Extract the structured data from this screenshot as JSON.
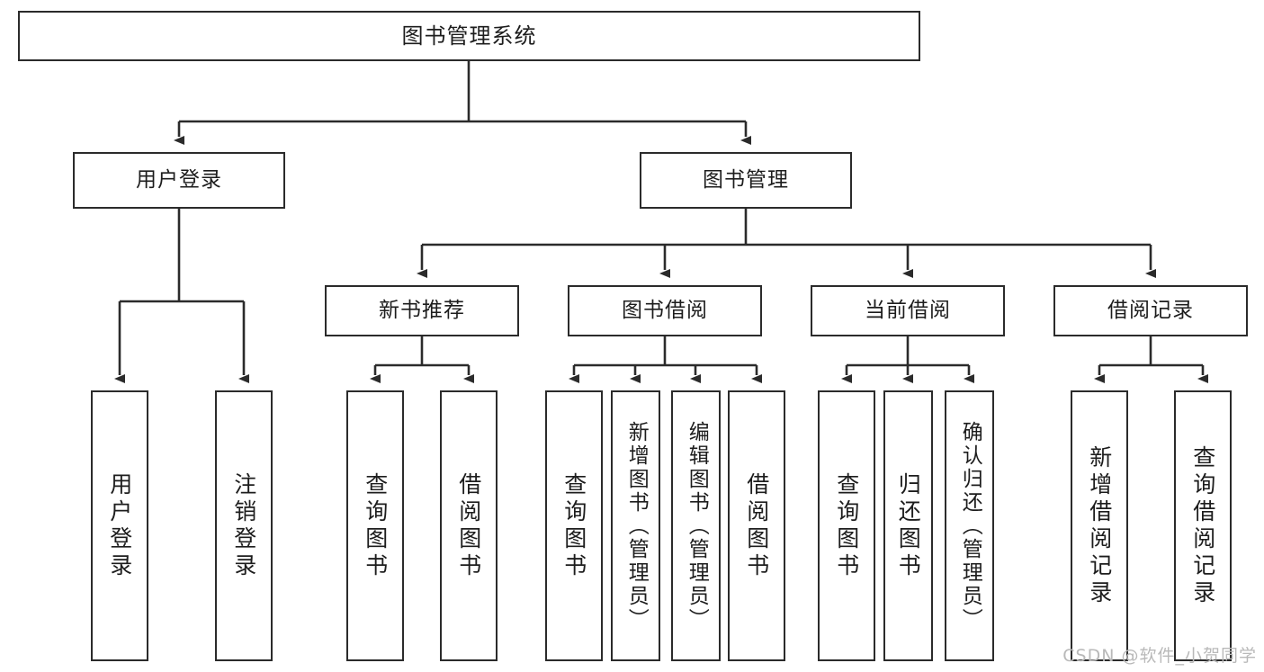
{
  "diagram": {
    "type": "tree",
    "title": "图书管理系统",
    "watermark": "CSDN @软件_小贺同学",
    "colors": {
      "box_border": "#2b2b2b",
      "box_fill": "#ffffff",
      "connector": "#2b2b2b",
      "text": "#1d1d1d",
      "watermark": "#b9b9b9",
      "background": "#ffffff"
    },
    "nodes": {
      "root": {
        "label": "图书管理系统"
      },
      "level2": [
        {
          "label": "用户登录"
        },
        {
          "label": "图书管理"
        }
      ],
      "level3": [
        {
          "label": "新书推荐"
        },
        {
          "label": "图书借阅"
        },
        {
          "label": "当前借阅"
        },
        {
          "label": "借阅记录"
        }
      ],
      "leaves": {
        "user_login": [
          {
            "label": "用户登录"
          },
          {
            "label": "注销登录"
          }
        ],
        "new_book": [
          {
            "label": "查询图书"
          },
          {
            "label": "借阅图书"
          }
        ],
        "borrow": [
          {
            "label": "查询图书"
          },
          {
            "label": "新增图书（管理员）"
          },
          {
            "label": "编辑图书（管理员）"
          },
          {
            "label": "借阅图书"
          }
        ],
        "current": [
          {
            "label": "查询图书"
          },
          {
            "label": "归还图书"
          },
          {
            "label": "确认归还（管理员）"
          }
        ],
        "records": [
          {
            "label": "新增借阅记录"
          },
          {
            "label": "查询借阅记录"
          }
        ]
      }
    }
  }
}
